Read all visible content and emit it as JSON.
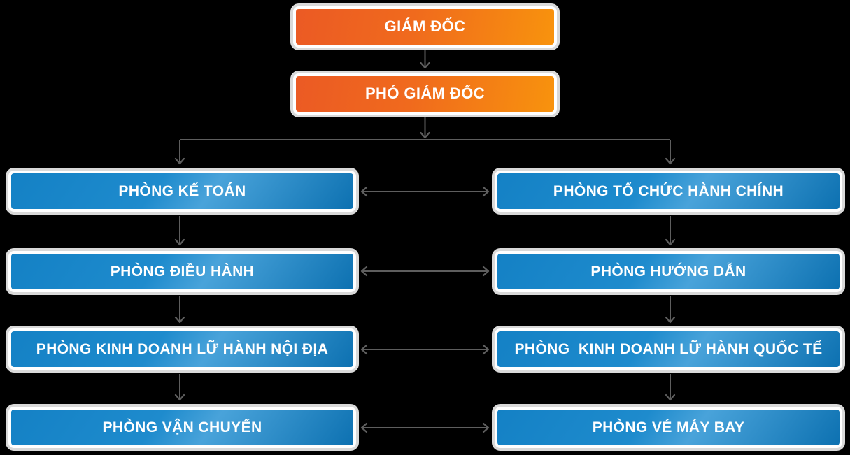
{
  "colors": {
    "background": "#000000",
    "frame_gray": "#D9D9D9",
    "connector_gray": "#5E5E5E",
    "orange_start": "#EB5A24",
    "orange_end": "#F8930D",
    "blue_base": "#1481C5",
    "blue_sheen": "#49A3DA",
    "blue_dark": "#0D71B1"
  },
  "org_chart": {
    "director": {
      "label": "GIÁM ĐỐC"
    },
    "deputy_director": {
      "label": "PHÓ GIÁM ĐỐC"
    },
    "departments_left": [
      {
        "label": "PHÒNG KẾ TOÁN"
      },
      {
        "label": "PHÒNG ĐIỀU HÀNH"
      },
      {
        "label": "PHÒNG KINH DOANH LỮ HÀNH NỘI ĐỊA"
      },
      {
        "label": "PHÒNG VẬN CHUYỂN"
      }
    ],
    "departments_right": [
      {
        "label": "PHÒNG TỔ CHỨC HÀNH CHÍNH"
      },
      {
        "label": "PHÒNG HƯỚNG DẪN"
      },
      {
        "label": "PHÒNG  KINH DOANH LỮ HÀNH QUỐC TẾ"
      },
      {
        "label": "PHÒNG VÉ MÁY BAY"
      }
    ]
  }
}
